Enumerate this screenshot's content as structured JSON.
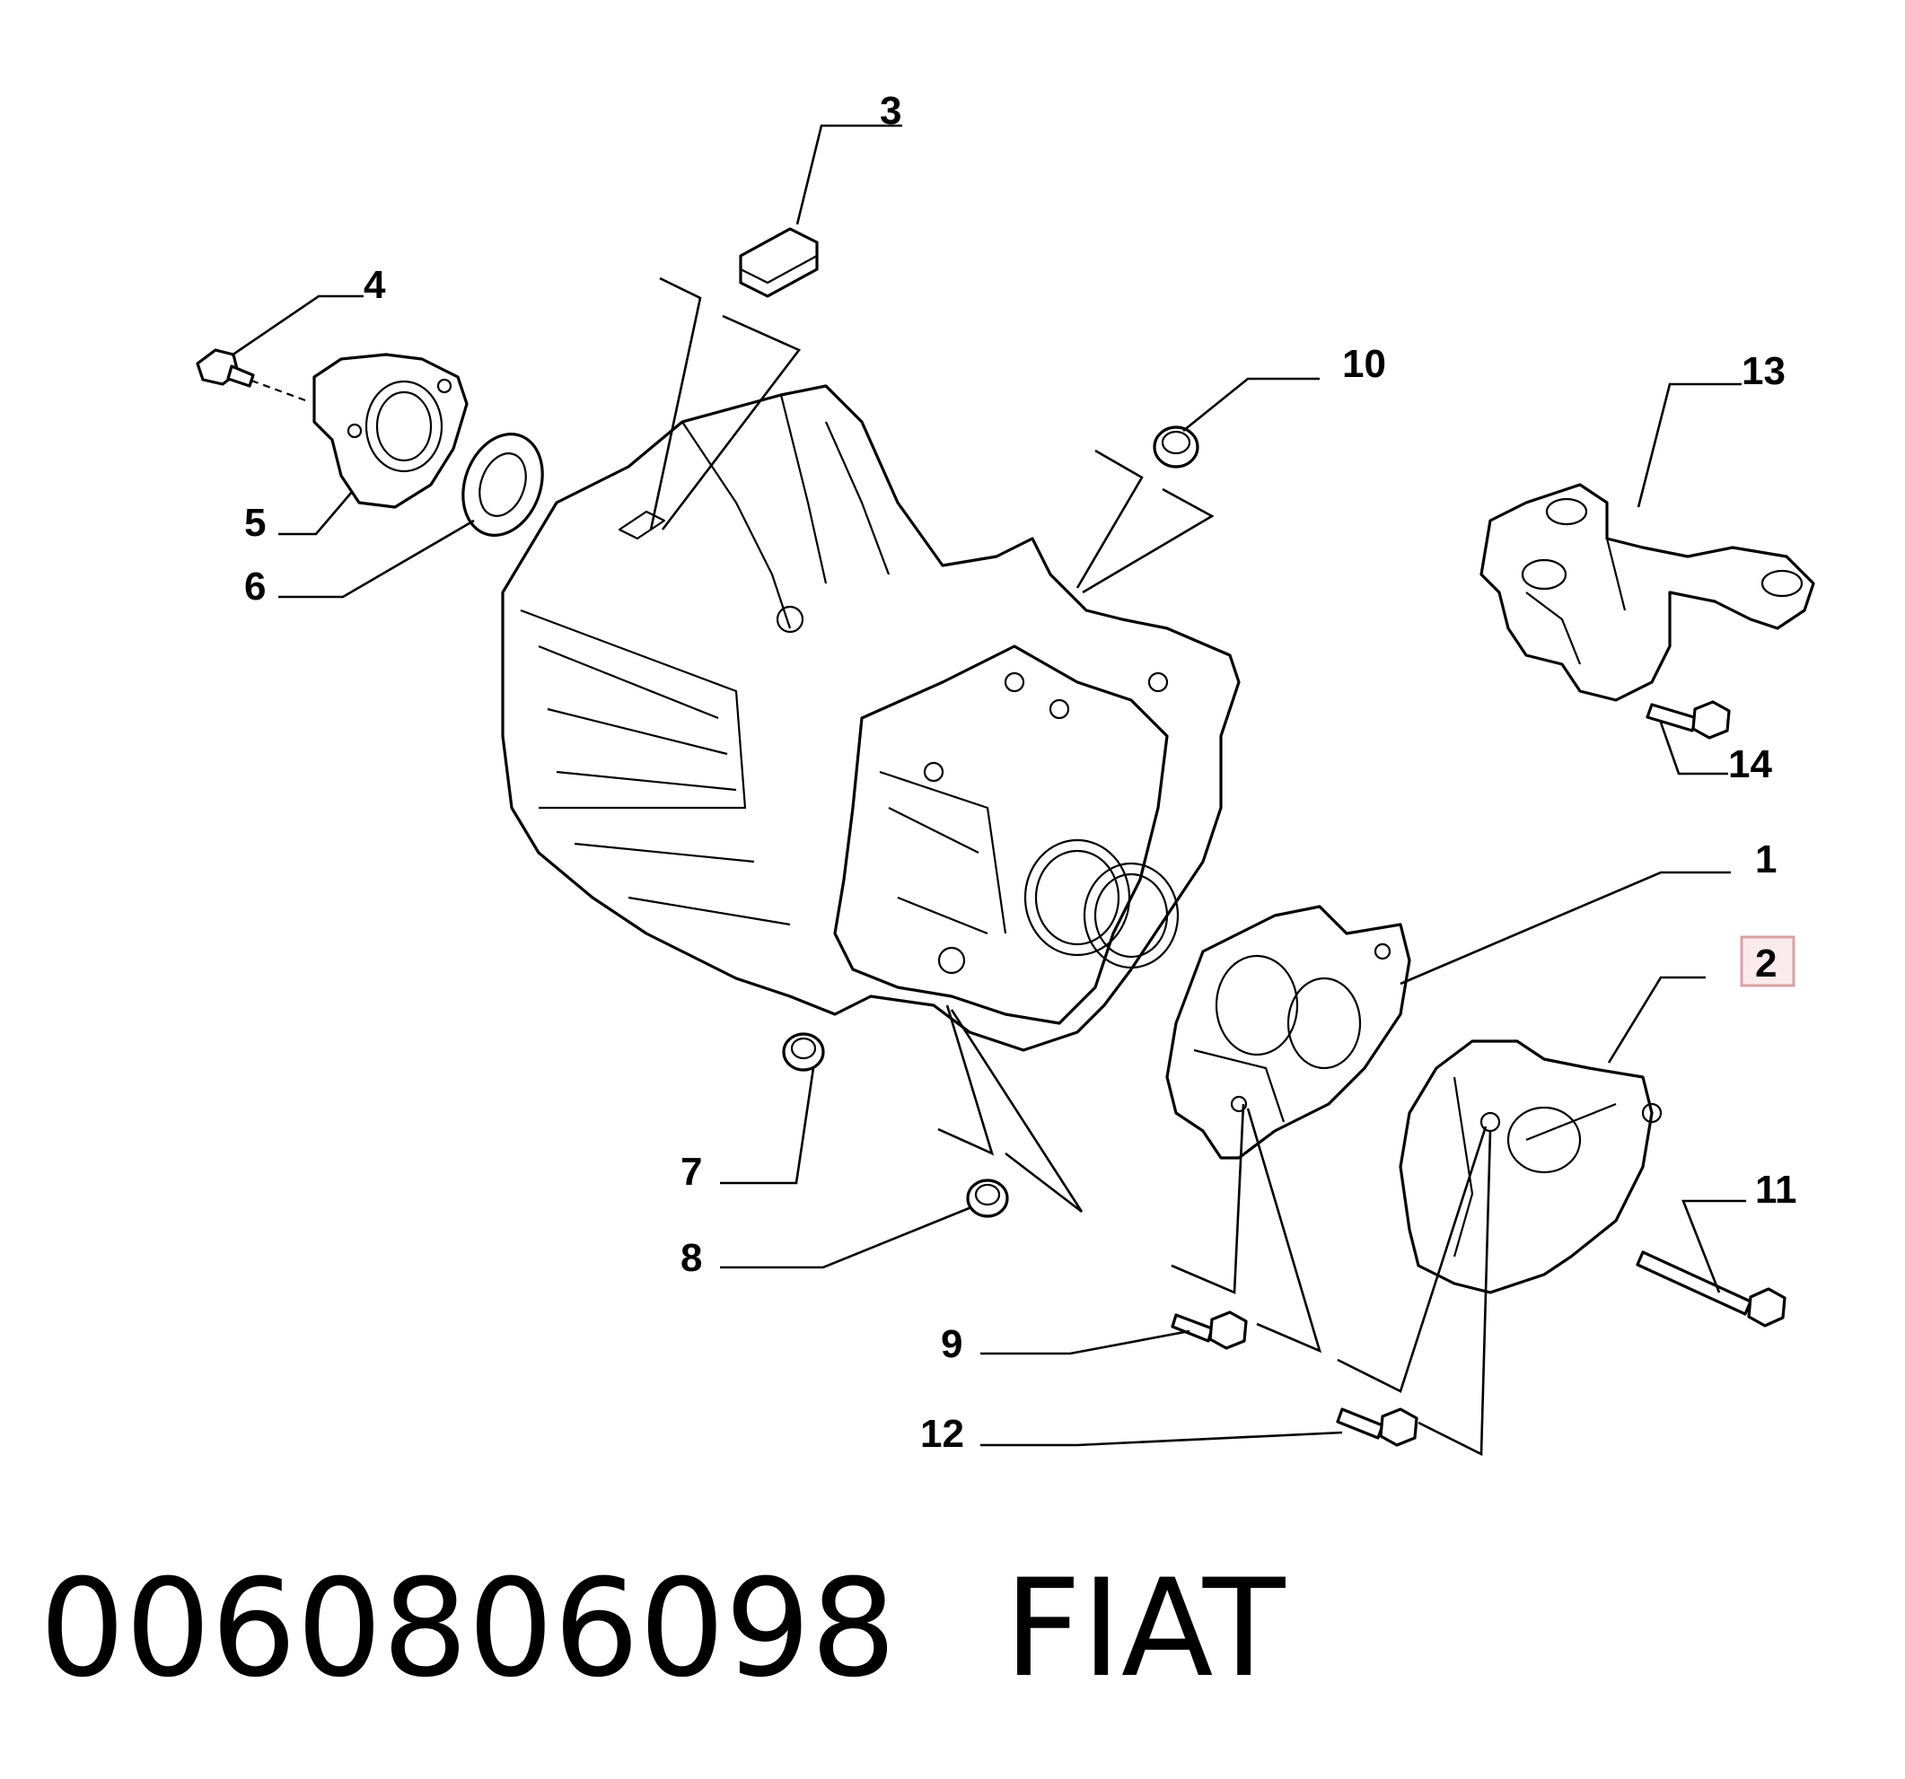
{
  "callouts": {
    "c1": "1",
    "c2": "2",
    "c3": "3",
    "c4": "4",
    "c5": "5",
    "c6": "6",
    "c7": "7",
    "c8": "8",
    "c9": "9",
    "c10": "10",
    "c11": "11",
    "c12": "12",
    "c13": "13",
    "c14": "14"
  },
  "highlight": {
    "callout": "2",
    "color": "#d9a0a6",
    "fill": "#fbeaec"
  },
  "footer": {
    "part_number": "0060806098",
    "brand": "FIAT"
  }
}
